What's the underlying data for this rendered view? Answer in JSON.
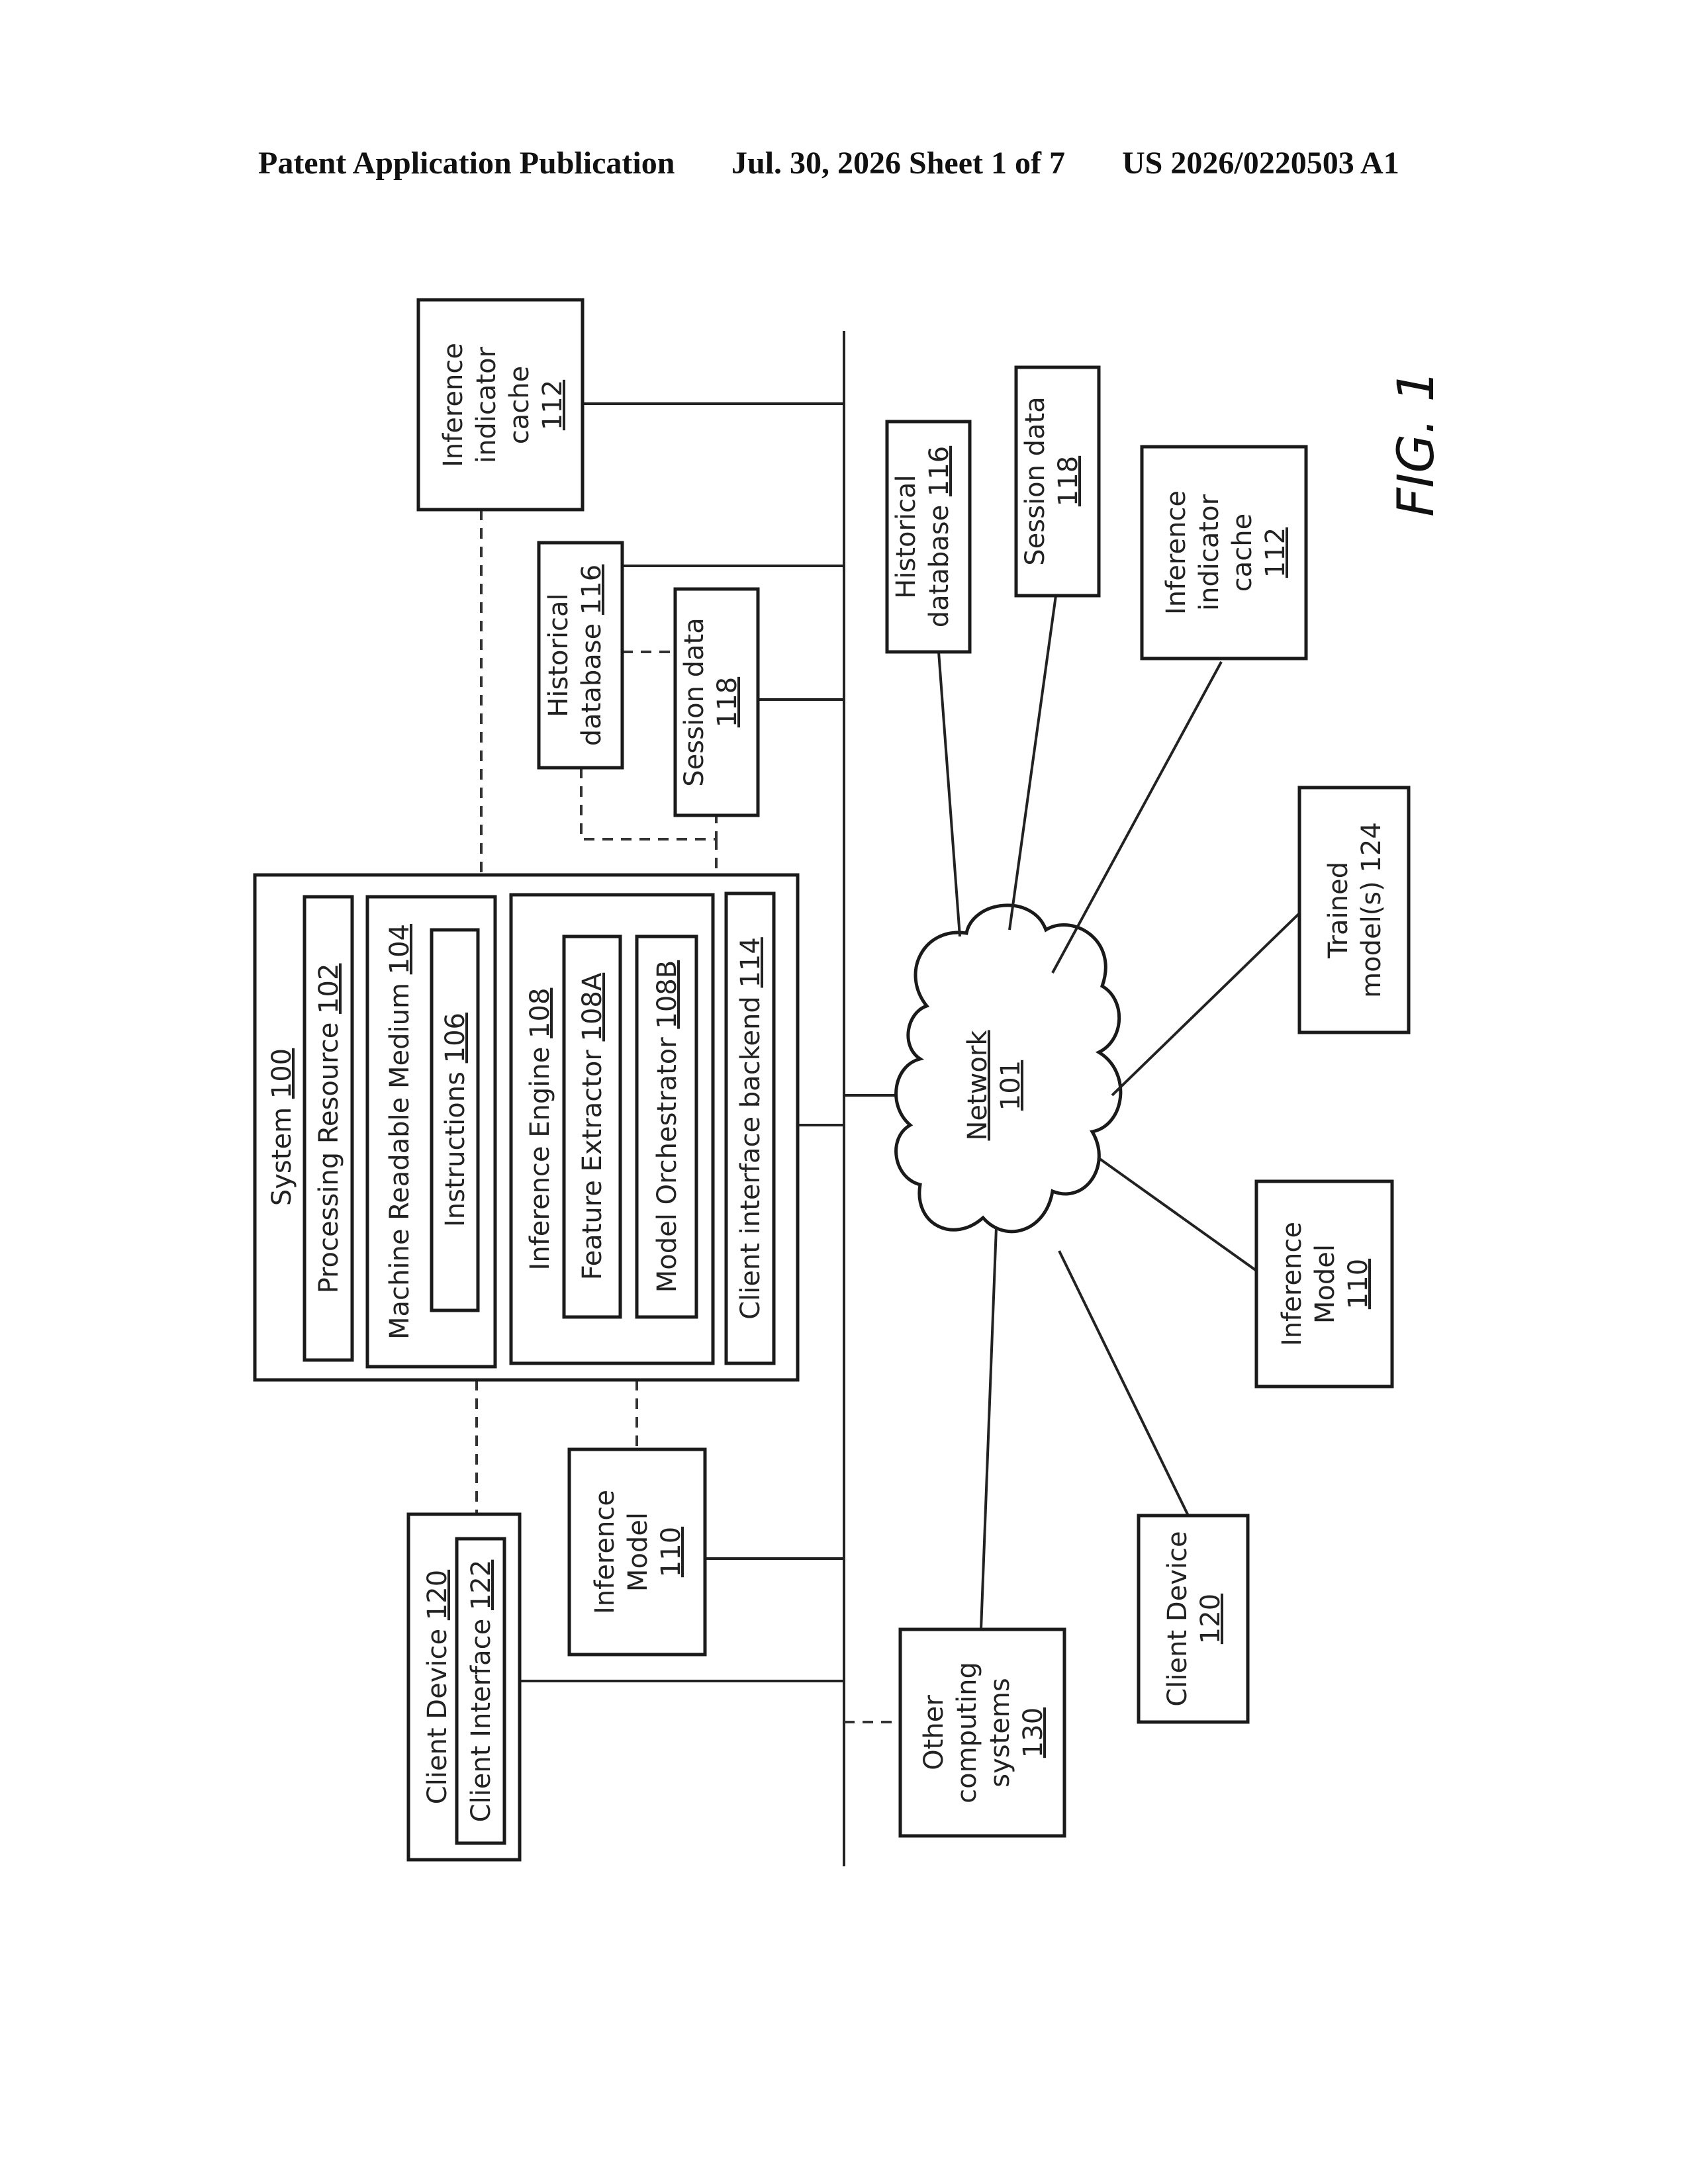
{
  "header": {
    "publication": "Patent Application Publication",
    "date_sheet": "Jul. 30, 2026  Sheet 1 of 7",
    "pub_number": "US 2026/0220503 A1"
  },
  "figure_label": "FIG. 1",
  "system": {
    "name": "System",
    "ref": "100",
    "processing_resource": {
      "name": "Processing Resource",
      "ref": "102"
    },
    "medium": {
      "name": "Machine Readable Medium",
      "ref": "104"
    },
    "instructions": {
      "name": "Instructions",
      "ref": "106"
    },
    "inference_engine": {
      "name": "Inference Engine",
      "ref": "108"
    },
    "feature_extractor": {
      "name": "Feature Extractor",
      "ref": "108A"
    },
    "model_orchestrator": {
      "name": "Model Orchestrator",
      "ref": "108B"
    },
    "client_backend": {
      "name": "Client interface backend",
      "ref": "114"
    }
  },
  "left": {
    "cache": {
      "line1": "Inference",
      "line2": "indicator",
      "line3": "cache",
      "ref": "112"
    },
    "historical": {
      "line1": "Historical",
      "line2": "database",
      "ref": "116"
    },
    "session": {
      "line1": "Session data",
      "ref": "118"
    },
    "inference_model": {
      "line1": "Inference",
      "line2": "Model",
      "ref": "110"
    },
    "client_device": {
      "name": "Client Device",
      "ref": "120"
    },
    "client_interface": {
      "name": "Client Interface",
      "ref": "122"
    }
  },
  "right": {
    "historical": {
      "line1": "Historical",
      "line2": "database",
      "ref": "116"
    },
    "session": {
      "line1": "Session data",
      "ref": "118"
    },
    "cache": {
      "line1": "Inference",
      "line2": "indicator",
      "line3": "cache",
      "ref": "112"
    },
    "trained": {
      "line1": "Trained",
      "line2": "model(s)",
      "ref": "124"
    },
    "inference_model": {
      "line1": "Inference",
      "line2": "Model",
      "ref": "110"
    },
    "client_device": {
      "line1": "Client Device",
      "ref": "120"
    },
    "other": {
      "line1": "Other",
      "line2": "computing",
      "line3": "systems",
      "ref": "130"
    }
  },
  "network": {
    "name": "Network",
    "ref": "101"
  }
}
